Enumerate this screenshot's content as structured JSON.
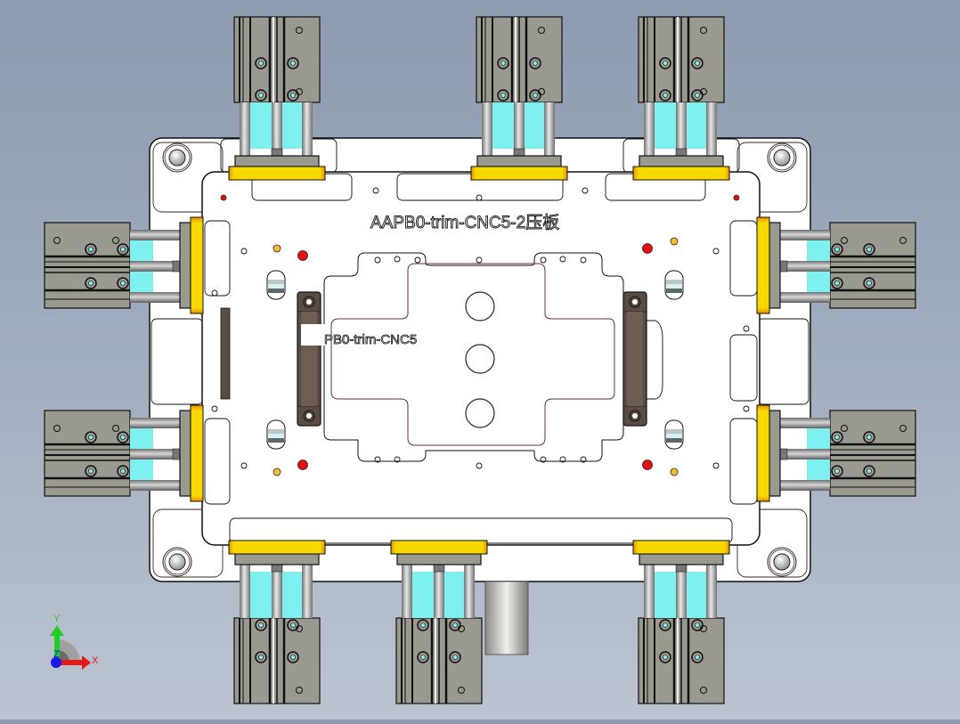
{
  "viewport": {
    "type": "cad-top-view",
    "background_gradient": [
      "#8d9bb0",
      "#bcc4d1"
    ]
  },
  "model": {
    "title_label": "AAPB0-trim-CNC5-2压板",
    "part_label": "PB0-trim-CNC5",
    "cylinder_count": 10,
    "cylinders": [
      {
        "position": "top-left",
        "orientation": "vertical"
      },
      {
        "position": "top-center",
        "orientation": "vertical"
      },
      {
        "position": "top-right",
        "orientation": "vertical"
      },
      {
        "position": "bottom-left",
        "orientation": "vertical"
      },
      {
        "position": "bottom-center",
        "orientation": "vertical"
      },
      {
        "position": "bottom-right",
        "orientation": "vertical"
      },
      {
        "position": "left-upper",
        "orientation": "horizontal"
      },
      {
        "position": "left-lower",
        "orientation": "horizontal"
      },
      {
        "position": "right-upper",
        "orientation": "horizontal"
      },
      {
        "position": "right-lower",
        "orientation": "horizontal"
      }
    ],
    "colors": {
      "base_plate": "#ffffff",
      "cylinder_body": "#9a9990",
      "clamp_pad": "#f5d800",
      "clamp_pad_edge": "#e09000",
      "piston_gap": "#7ef0f0",
      "rod": "#a8a8a8",
      "locator_block": "#5c4d44",
      "pin_red": "#e01010",
      "pin_yellow": "#f0c030"
    }
  },
  "triad": {
    "x_label": "X",
    "y_label": "Y",
    "z_label": "Z",
    "x_color": "#e81818",
    "y_color": "#20d020",
    "z_color": "#1818e8"
  }
}
